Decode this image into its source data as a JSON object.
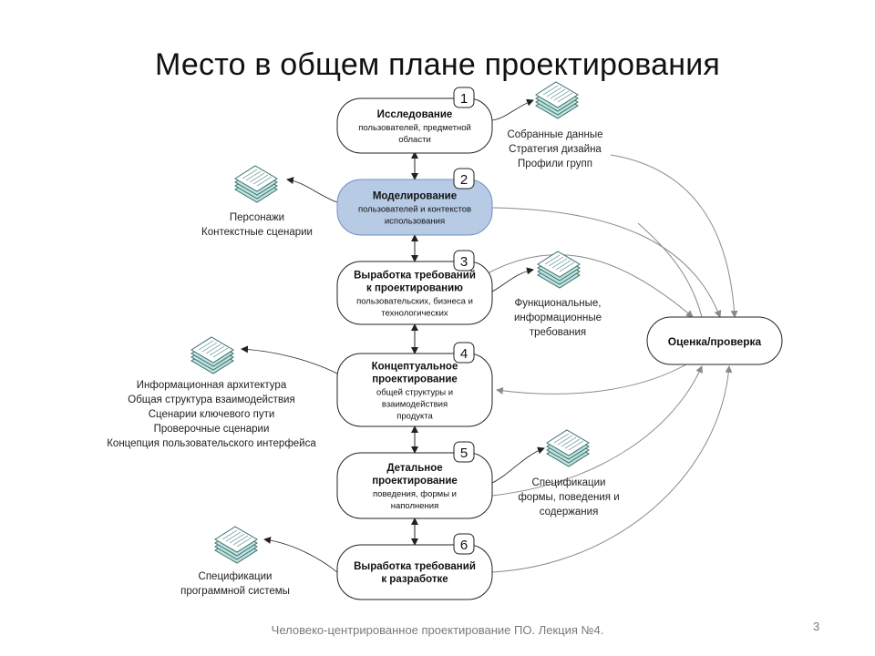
{
  "title": "Место в общем плане проектирования",
  "stages": [
    {
      "num": "1",
      "title": [
        "Исследование"
      ],
      "sub": [
        "пользователей, предметной",
        "области"
      ]
    },
    {
      "num": "2",
      "title": [
        "Моделирование"
      ],
      "sub": [
        "пользователей и контекстов",
        "использования"
      ]
    },
    {
      "num": "3",
      "title": [
        "Выработка требований",
        "к проектированию"
      ],
      "sub": [
        "пользовательских, бизнеса и",
        "технологических"
      ]
    },
    {
      "num": "4",
      "title": [
        "Концептуальное",
        "проектирование"
      ],
      "sub": [
        "общей структуры и",
        "взаимодействия",
        "продукта"
      ]
    },
    {
      "num": "5",
      "title": [
        "Детальное",
        "проектирование"
      ],
      "sub": [
        "поведения, формы и",
        "наполнения"
      ]
    },
    {
      "num": "6",
      "title": [
        "Выработка требований",
        "к разработке"
      ],
      "sub": []
    }
  ],
  "outputs": {
    "s1": [
      "Собранные данные",
      "Стратегия дизайна",
      "Профили групп"
    ],
    "s2": [
      "Персонажи",
      "Контекстные сценарии"
    ],
    "s3": [
      "Функциональные,",
      "информационные",
      "требования"
    ],
    "s4": [
      "Информационная архитектура",
      "Общая структура взаимодействия",
      "Сценарии ключевого пути",
      "Проверочные сценарии",
      "Концепция пользовательского интерфейса"
    ],
    "s5": [
      "Спецификации",
      "формы, поведения и",
      "содержания"
    ],
    "s6": [
      "Спецификации",
      "программной системы"
    ]
  },
  "evaluation": "Оценка/проверка",
  "footer": "Человеко-центрированное проектирование ПО. Лекция №4.",
  "page_number": "3",
  "colors": {
    "highlight_fill": "#b7cbe5",
    "highlight_stroke": "#6f8fbf",
    "doc_fill": "#bfe3e0",
    "doc_stroke": "#3a6e6a",
    "connector": "#8a8a8a"
  }
}
